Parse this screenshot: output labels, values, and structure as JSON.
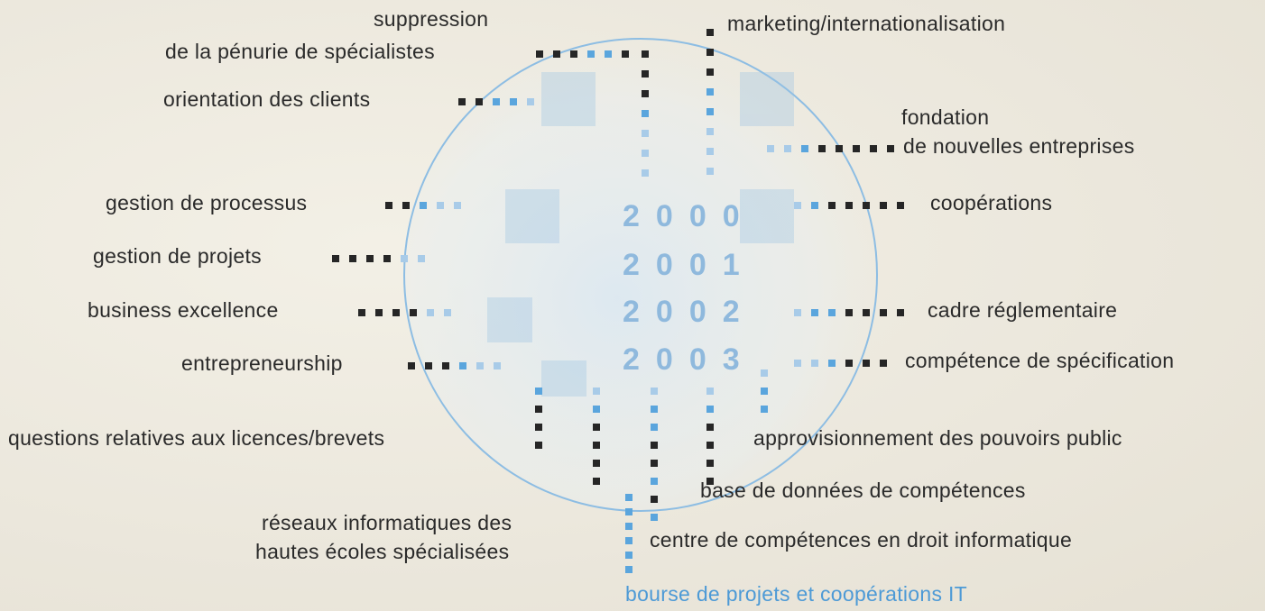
{
  "labels": {
    "suppression_1": "suppression",
    "suppression_2": "de la pénurie de spécialistes",
    "marketing": "marketing/internationalisation",
    "orientation": "orientation des clients",
    "fondation_1": "fondation",
    "fondation_2": "de nouvelles entreprises",
    "processus": "gestion de processus",
    "cooperations": "coopérations",
    "projets": "gestion de projets",
    "business": "business excellence",
    "cadre": "cadre réglementaire",
    "entrepreneurship": "entrepreneurship",
    "specification": "compétence de spécification",
    "licences": "questions relatives aux licences/brevets",
    "approvisionnement": "approvisionnement des pouvoirs public",
    "base": "base de données de compétences",
    "reseaux_1": "réseaux informatiques des",
    "reseaux_2": "hautes écoles spécialisées",
    "centre": "centre de compétences en droit informatique",
    "bourse": "bourse de projets et coopérations IT"
  },
  "years": [
    "2000",
    "2001",
    "2002",
    "2003"
  ],
  "colors": {
    "text": "#2a2a2a",
    "accent_blue": "#4d9ad6",
    "dot_dark": "#262626",
    "dot_blue": "#5aa5dd",
    "circle": "#8dbde3"
  }
}
